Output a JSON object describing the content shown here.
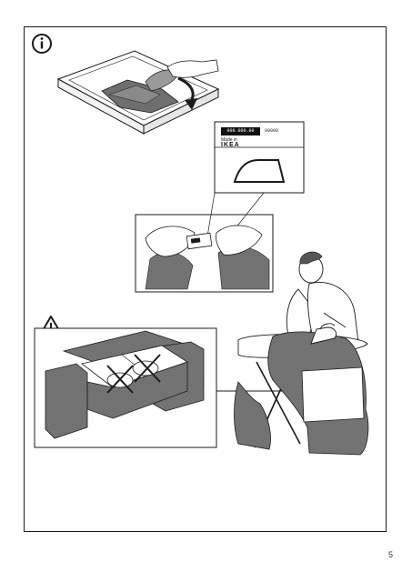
{
  "page": {
    "number": "5"
  },
  "care_label": {
    "code_left": "000.000.00",
    "code_right": "00000",
    "made_in": "Made in",
    "brand": "IKEA"
  },
  "icons": {
    "info": "info-icon",
    "warning": "warning-triangle-icon",
    "iron": "iron-symbol-icon",
    "no_sitting": "crossed-out-seat-icon",
    "arrow": "arrow-right-icon"
  },
  "colors": {
    "line": "#1a1a1a",
    "fabric_dark": "#6f6f6f",
    "fabric_mid": "#9a9a9a",
    "paper": "#ffffff"
  }
}
